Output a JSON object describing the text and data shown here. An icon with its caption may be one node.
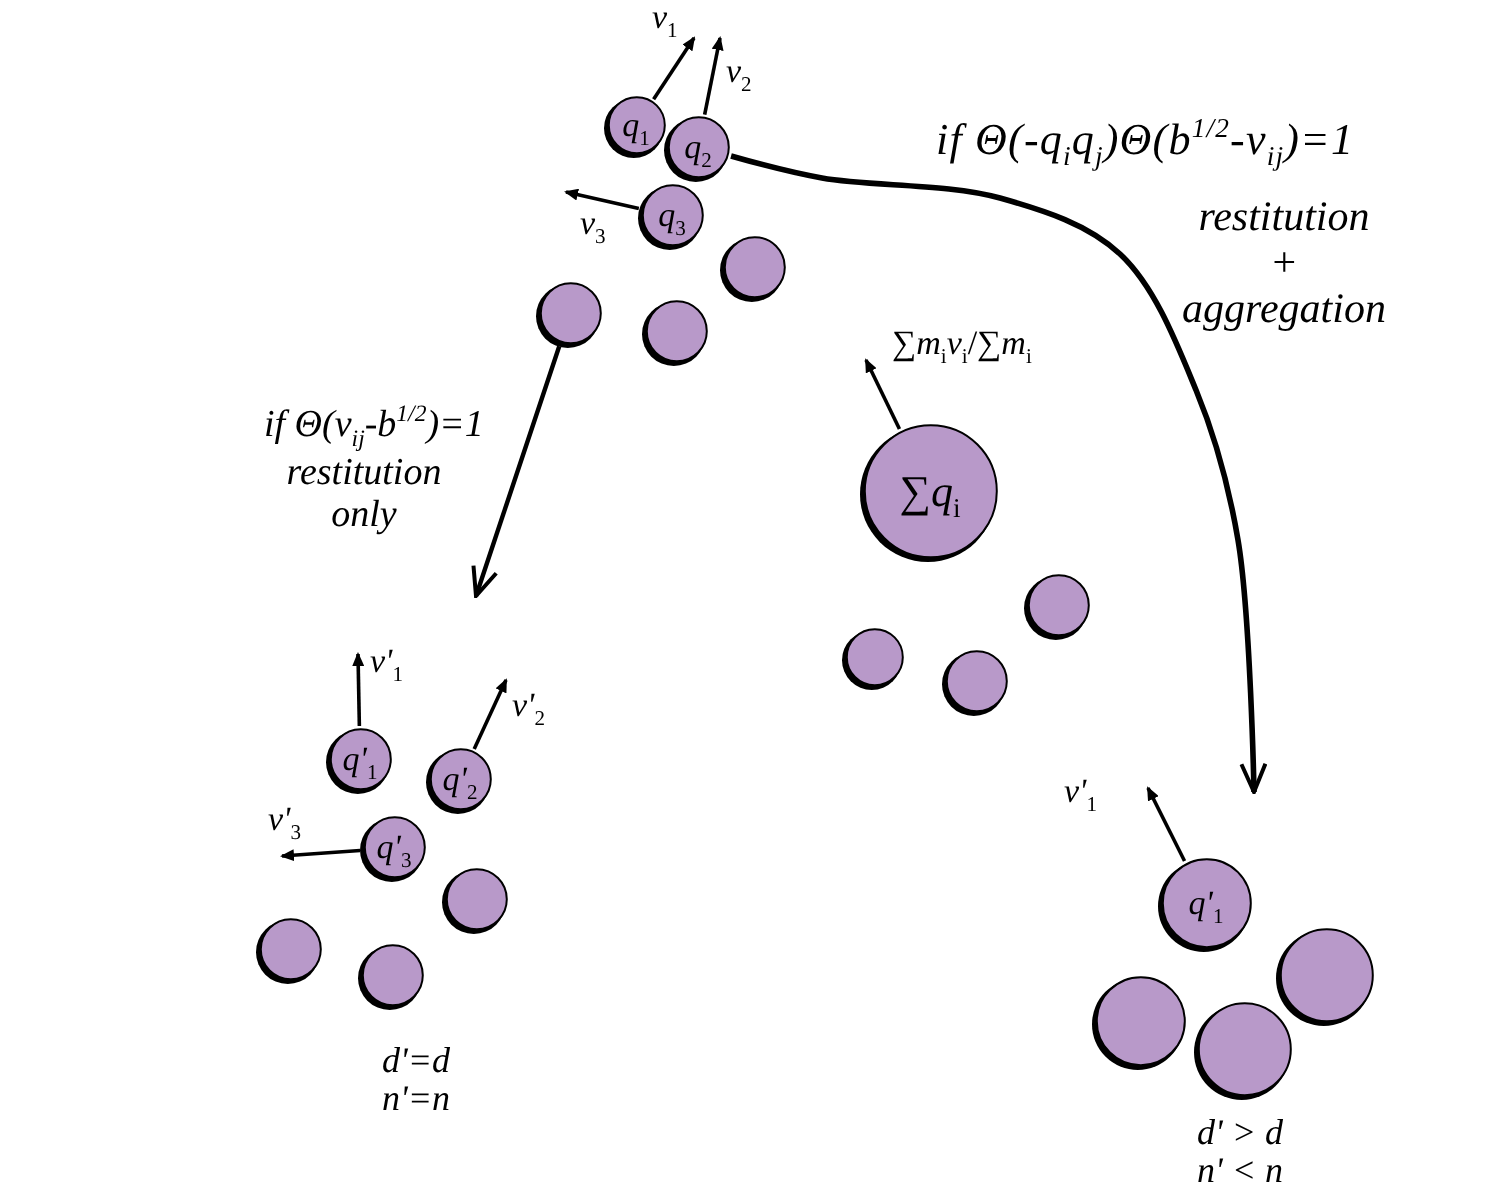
{
  "diagram": {
    "nodes": [
      {
        "text": [
          "*q*$_{1}$"
        ],
        "beside": [
          "*v*$_{1}$"
        ]
      },
      {
        "text": [
          "*q*$_{2}$"
        ],
        "beside": [
          "*v*$_{2}$"
        ]
      },
      {
        "text": [
          "*q*$_{3}$"
        ],
        "beside": [
          "*v*$_{3}$"
        ]
      },
      {
        "text": [],
        "shape": "circle"
      },
      {
        "text": [],
        "shape": "circle"
      },
      {
        "text": [],
        "shape": "circle"
      },
      {
        "text": [
          "∑*q*$_{i}$"
        ],
        "beside": [
          "∑*m*$_{i}$*v*$_{i}$/∑*m*$_{i}$"
        ]
      },
      {
        "text": [],
        "shape": "circle"
      },
      {
        "text": [],
        "shape": "circle"
      },
      {
        "text": [],
        "shape": "circle"
      },
      {
        "text": [
          "*q'*$_{1}$"
        ],
        "beside": [
          "*v'*$_{1}$"
        ]
      },
      {
        "text": [
          "*q'*$_{2}$"
        ],
        "beside": [
          "*v'*$_{2}$"
        ]
      },
      {
        "text": [
          "*q'*$_{3}$"
        ]
      },
      {
        "text": [],
        "shape": "circle"
      },
      {
        "text": [],
        "shape": "circle"
      },
      {
        "text": [],
        "shape": "circle"
      },
      {
        "text": [
          "*q'*$_{1}$"
        ],
        "beside": [
          "*v'*$_{1}$"
        ]
      },
      {
        "text": [],
        "shape": "circle"
      },
      {
        "text": [],
        "shape": "circle"
      },
      {
        "text": [],
        "shape": "circle"
      }
    ],
    "edges": [
      {
        "from": 1,
        "to": null,
        "arrow": "to",
        "label": "if Θ(-q$_{i}$q$_{j}$)Θ(b$^{1/2}$-v$_{ij}$)=1"
      },
      {
        "from": 4,
        "to": null,
        "arrow": "to",
        "label": "if Θ(v$_{ij}$-b$^{1/2}$)=1"
      }
    ],
    "labels": [
      "restitution + aggregation",
      "restitution only",
      "*v'*$_{3}$",
      "d'=d",
      "n'=n",
      "d' > d",
      "n' < n"
    ]
  }
}
